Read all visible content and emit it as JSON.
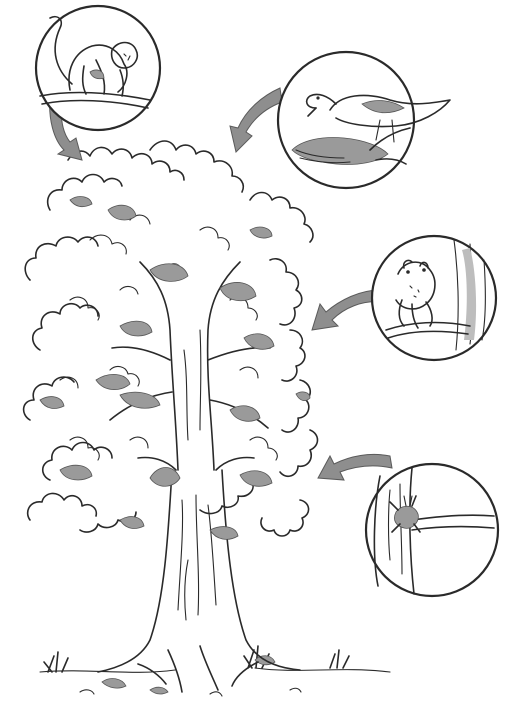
{
  "figure": {
    "palette": {
      "ink": "#2a2a2a",
      "shade": "#9a9a9a",
      "paper": "#ffffff"
    },
    "insets": [
      {
        "id": "monkey",
        "icon": "monkey-on-branch-icon"
      },
      {
        "id": "bird",
        "icon": "bird-in-nest-icon"
      },
      {
        "id": "frog",
        "icon": "tree-frog-icon"
      },
      {
        "id": "insect",
        "icon": "insect-on-trunk-icon"
      }
    ]
  }
}
